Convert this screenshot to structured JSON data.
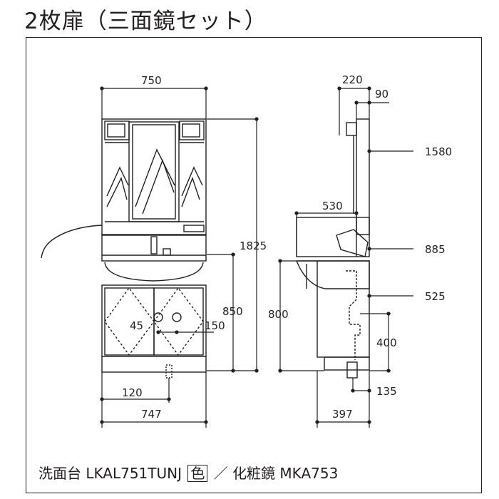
{
  "title": "2枚扉（三面鏡セット）",
  "dimensions": {
    "front_width_top": "750",
    "front_total_height": "1825",
    "counter_height": "850",
    "drain_offset_left": "45",
    "drain_offset_right": "150",
    "drain_position_bottom": "120",
    "front_width_bottom": "747",
    "side_depth_mirror": "220",
    "side_depth_mirror_small": "90",
    "side_outlet_height": "1580",
    "side_counter_depth": "530",
    "side_faucet_height": "885",
    "side_cabinet_height": "800",
    "side_supply_height": "525",
    "side_supply_low": "400",
    "side_drain_offset": "135",
    "side_base_depth": "397"
  },
  "footer": {
    "basin_label": "洗面台",
    "basin_model": "LKAL751TUNJ",
    "color_mark": "色",
    "separator": "／",
    "mirror_label": "化粧鏡",
    "mirror_model": "MKA753"
  }
}
